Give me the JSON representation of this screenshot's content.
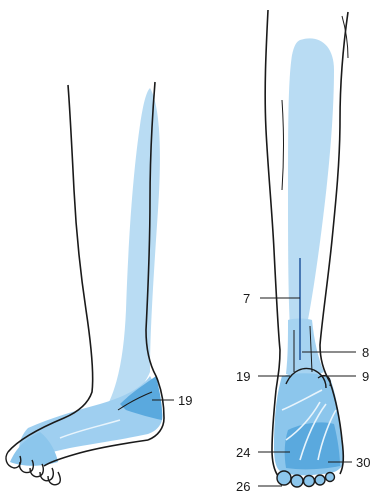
{
  "labels": {
    "left_19": "19",
    "r_7": "7",
    "r_8": "8",
    "r_19": "19",
    "r_9": "9",
    "r_24": "24",
    "r_30": "30",
    "r_26": "26"
  },
  "colors": {
    "outline": "#1a1a1a",
    "shade_light": "#b9dcf3",
    "shade_mid": "#8cc6ec",
    "shade_dark": "#5aa9de",
    "vein": "#e8f4fc",
    "leader": "#1a1a1a"
  }
}
